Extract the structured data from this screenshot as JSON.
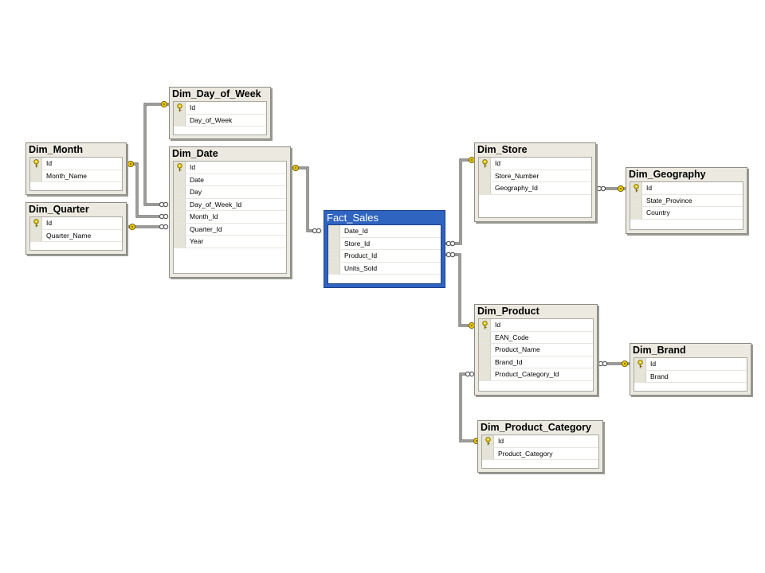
{
  "tables": {
    "dim_day_of_week": {
      "title": "Dim_Day_of_Week",
      "columns": [
        "Id",
        "Day_of_Week"
      ]
    },
    "dim_month": {
      "title": "Dim_Month",
      "columns": [
        "Id",
        "Month_Name"
      ]
    },
    "dim_quarter": {
      "title": "Dim_Quarter",
      "columns": [
        "Id",
        "Quarter_Name"
      ]
    },
    "dim_date": {
      "title": "Dim_Date",
      "columns": [
        "Id",
        "Date",
        "Day",
        "Day_of_Week_Id",
        "Month_Id",
        "Quarter_Id",
        "Year"
      ]
    },
    "fact_sales": {
      "title": "Fact_Sales",
      "columns": [
        "Date_Id",
        "Store_Id",
        "Product_Id",
        "Units_Sold"
      ]
    },
    "dim_store": {
      "title": "Dim_Store",
      "columns": [
        "Id",
        "Store_Number",
        "Geography_Id"
      ]
    },
    "dim_geography": {
      "title": "Dim_Geography",
      "columns": [
        "Id",
        "State_Province",
        "Country"
      ]
    },
    "dim_product": {
      "title": "Dim_Product",
      "columns": [
        "Id",
        "EAN_Code",
        "Product_Name",
        "Brand_Id",
        "Product_Category_Id"
      ]
    },
    "dim_brand": {
      "title": "Dim_Brand",
      "columns": [
        "Id",
        "Brand"
      ]
    },
    "dim_product_category": {
      "title": "Dim_Product_Category",
      "columns": [
        "Id",
        "Product_Category"
      ]
    }
  },
  "relationships": [
    {
      "from": "Dim_Day_of_Week.Id",
      "to": "Dim_Date.Day_of_Week_Id"
    },
    {
      "from": "Dim_Month.Id",
      "to": "Dim_Date.Month_Id"
    },
    {
      "from": "Dim_Quarter.Id",
      "to": "Dim_Date.Quarter_Id"
    },
    {
      "from": "Dim_Date.Id",
      "to": "Fact_Sales.Date_Id"
    },
    {
      "from": "Dim_Store.Id",
      "to": "Fact_Sales.Store_Id"
    },
    {
      "from": "Dim_Geography.Id",
      "to": "Dim_Store.Geography_Id"
    },
    {
      "from": "Dim_Product.Id",
      "to": "Fact_Sales.Product_Id"
    },
    {
      "from": "Dim_Brand.Id",
      "to": "Dim_Product.Brand_Id"
    },
    {
      "from": "Dim_Product_Category.Id",
      "to": "Dim_Product.Product_Category_Id"
    }
  ],
  "colors": {
    "fact_header": "#2f64c0",
    "table_frame": "#eceae0",
    "key": "#e8c800",
    "connector": "#5a5a5a"
  }
}
